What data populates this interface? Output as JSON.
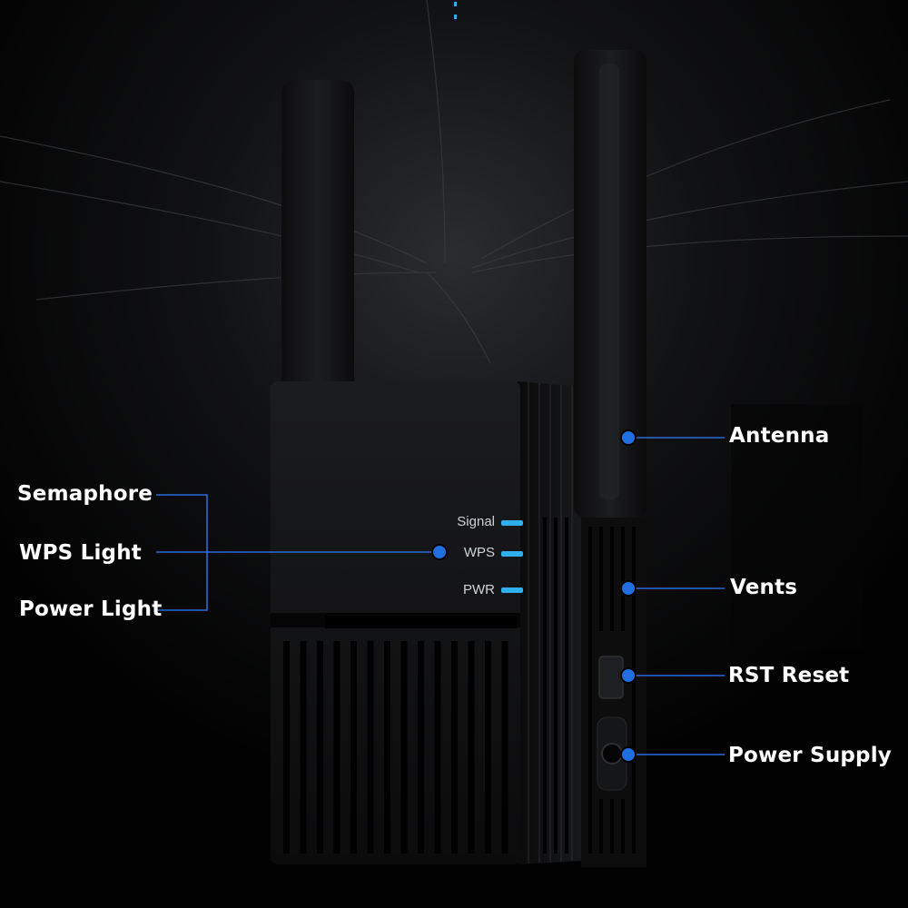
{
  "colors": {
    "background": "#000000",
    "device_body": "#111214",
    "led": "#2fb0ec",
    "callout_line": "#2a6bd6",
    "callout_dot": "#1f6fe0",
    "label_text": "#ffffff"
  },
  "device": {
    "led_labels": {
      "signal": "Signal",
      "wps": "WPS",
      "pwr": "PWR"
    }
  },
  "callouts": {
    "left": {
      "semaphore": "Semaphore",
      "wps_light": "WPS Light",
      "power_light": "Power Light"
    },
    "right": {
      "antenna": "Antenna",
      "vents": "Vents",
      "rst_reset": "RST Reset",
      "power_supply": "Power Supply"
    }
  }
}
